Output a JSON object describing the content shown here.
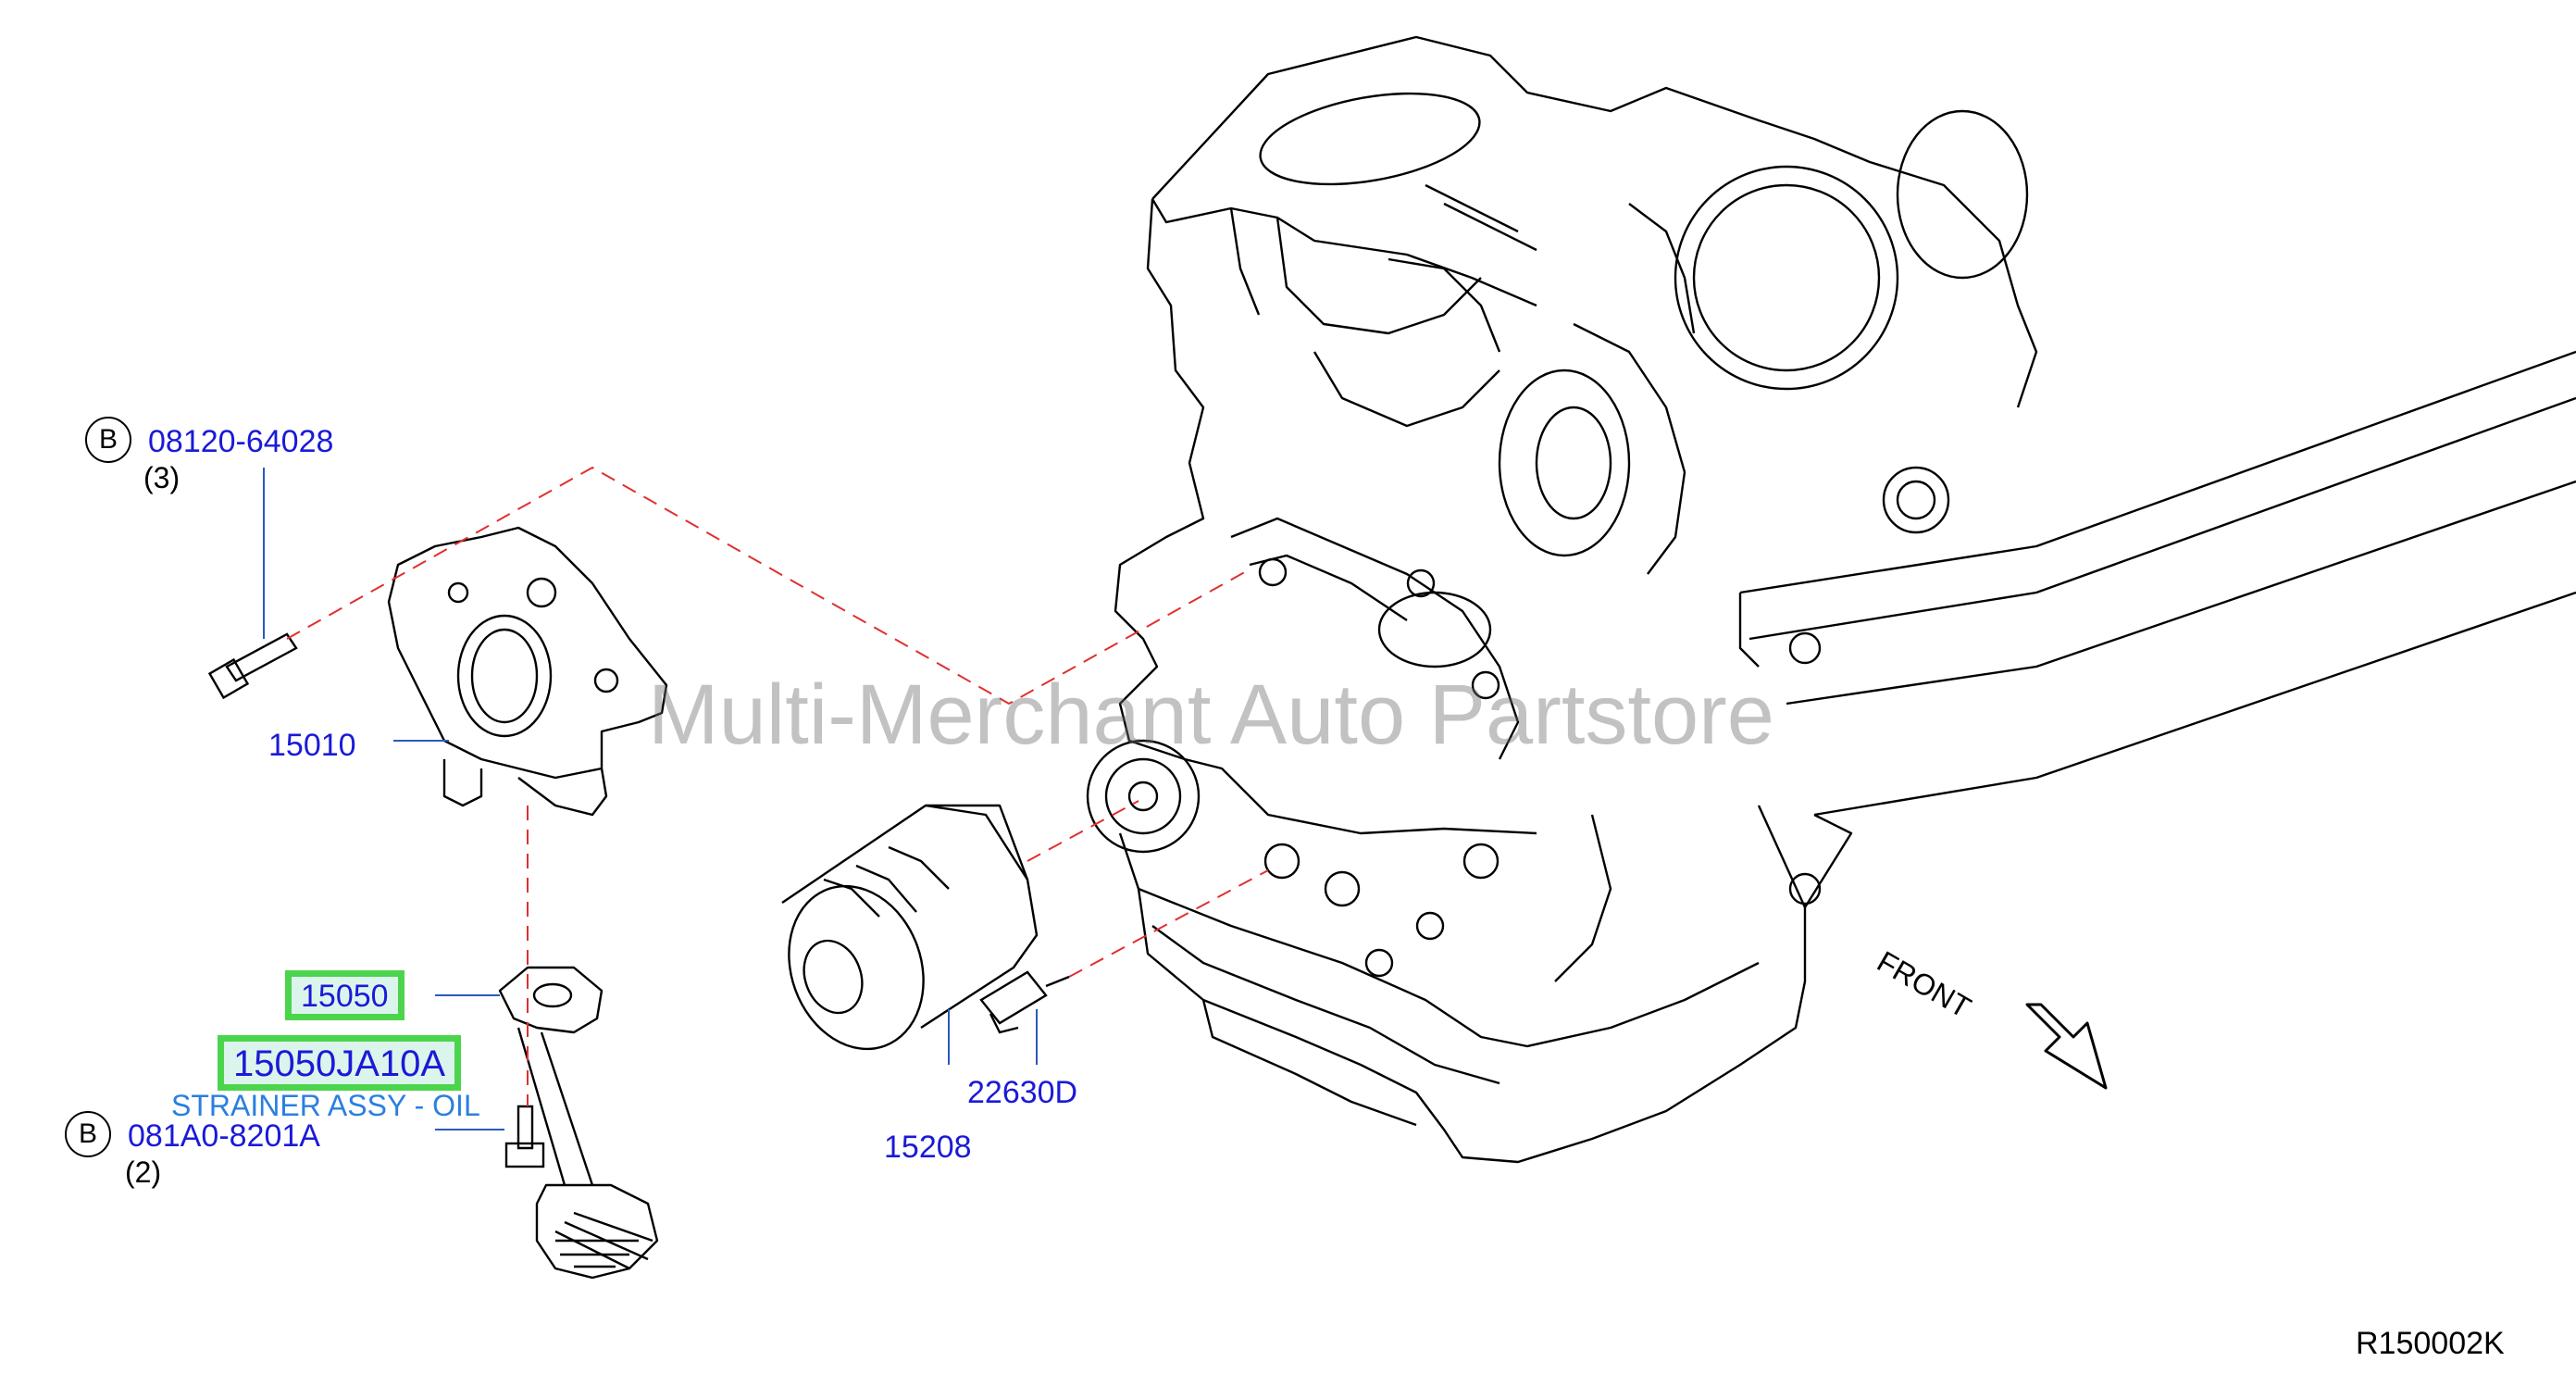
{
  "watermark": "Multi-Merchant Auto Partstore",
  "reference_code": "R150002K",
  "front_label": "FRONT",
  "callouts": [
    {
      "badge": "B",
      "part_no": "08120-64028",
      "qty": "(3)"
    },
    {
      "part_no": "15010"
    },
    {
      "part_no": "15050",
      "highlighted": true
    },
    {
      "part_no": "15050JA10A",
      "highlighted": true,
      "description": "STRAINER ASSY - OIL"
    },
    {
      "badge": "B",
      "part_no": "081A0-8201A",
      "qty": "(2)"
    },
    {
      "part_no": "15208"
    },
    {
      "part_no": "22630D"
    }
  ],
  "colors": {
    "part_number": "#1a1ad8",
    "description": "#2a7fe0",
    "highlight_border": "#4cd44c",
    "highlight_fill": "#dcf5ec",
    "phantom_line": "#e03030",
    "leader_line": "#2a5ab8",
    "linework": "#000000"
  }
}
